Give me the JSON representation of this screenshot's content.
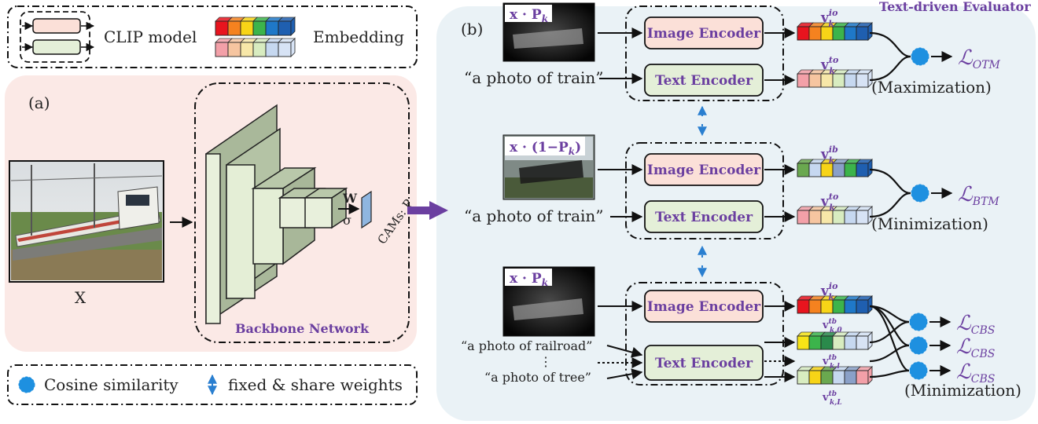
{
  "legend_top": {
    "clip_model_label": "CLIP model",
    "embedding_label": "Embedding"
  },
  "legend_bottom": {
    "cosine_label": "Cosine similarity",
    "fixed_label": "fixed & share weights"
  },
  "panel_a": {
    "tag": "(a)",
    "input_symbol": "X",
    "weight_symbol": "W",
    "sigma_symbol": "σ",
    "cams_label": "CAMs: P",
    "backbone_label": "Backbone Network"
  },
  "panel_b": {
    "tag": "(b)",
    "evaluator_label": "Text-driven Evaluator",
    "image_encoder": "Image Encoder",
    "text_encoder": "Text Encoder",
    "row1": {
      "image_caption": "x · P",
      "image_caption_sub": "k",
      "prompt": "“a photo of train”",
      "emb_img_sup": "io",
      "emb_txt_sup": "to",
      "loss_sub": "OTM",
      "objective": "(Maximization)"
    },
    "row2": {
      "image_caption": "x · (1−P",
      "image_caption_sub": "k",
      "image_caption_end": ")",
      "prompt": "“a photo of train”",
      "emb_img_sup": "ib",
      "emb_txt_sup": "to",
      "loss_sub": "BTM",
      "objective": "(Minimization)"
    },
    "row3": {
      "image_caption": "x · P",
      "image_caption_sub": "k",
      "prompt_a": "“a photo of railroad”",
      "prompt_dots": "⋮",
      "prompt_b": "“a photo of tree”",
      "emb_img_sup": "io",
      "emb_tb0_sup": "tb",
      "emb_tb0_sub": "k,0",
      "emb_tbl_sup": "tb",
      "emb_tbl_sub": "k,l",
      "emb_tbL_sup": "tb",
      "emb_tbL_sub": "k,L",
      "loss_sub": "CBS",
      "objective": "(Minimization)"
    },
    "vector_symbol": "v",
    "vector_sub": "k",
    "loss_symbol": "ℒ"
  },
  "colors": {
    "panel_a_bg": "#fbe9e6",
    "panel_b_bg": "#eaf2f6",
    "image_encoder_fill": "#fbe0d8",
    "text_encoder_fill": "#e4efd8",
    "accent_purple": "#6b3fa0",
    "cosine_blue": "#1e90e0",
    "backbone_green": "#b9c8aa"
  }
}
